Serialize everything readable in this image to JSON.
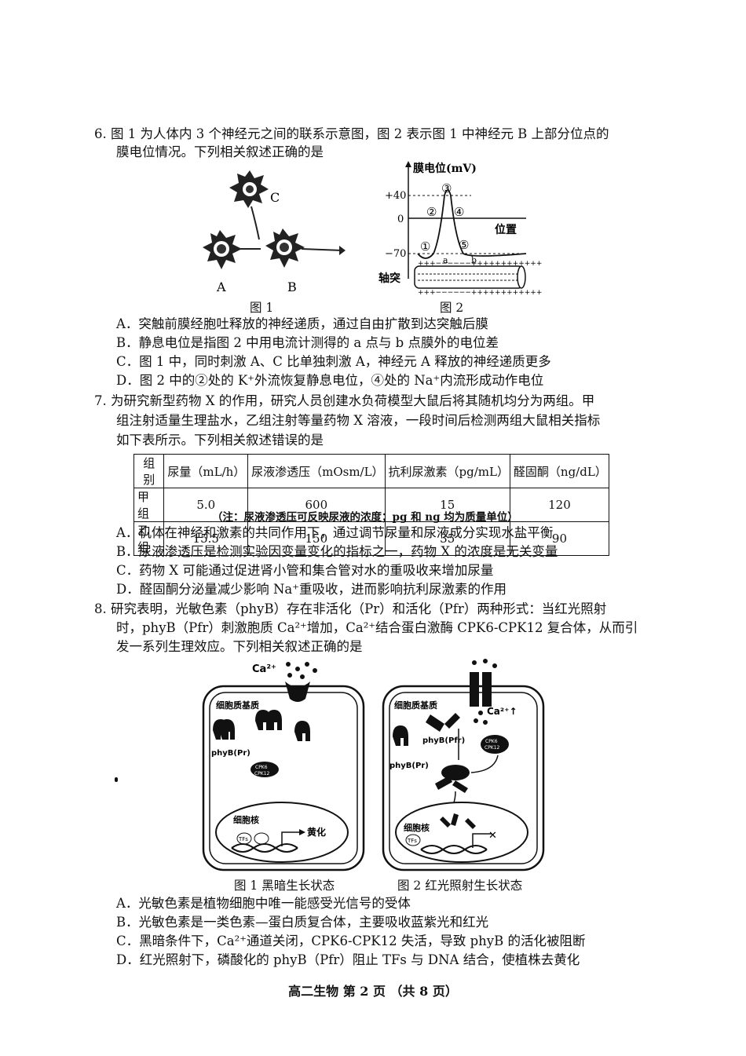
{
  "q6": {
    "stem_line1": "6. 图 1 为人体内 3 个神经元之间的联系示意图，图 2 表示图 1 中神经元 B 上部分位点的",
    "stem_line2": "膜电位情况。下列相关叙述正确的是",
    "fig1": {
      "label_a": "A",
      "label_b": "B",
      "label_c": "C",
      "caption": "图 1"
    },
    "fig2": {
      "ylabel": "膜电位(mV)",
      "y_plus40": "+40",
      "y_zero": "0",
      "y_minus70": "−70",
      "xlabel": "位置",
      "point1": "①",
      "point2": "②",
      "point3": "③",
      "point4": "④",
      "point5": "⑤",
      "label_a": "a",
      "label_b": "b",
      "axon": "轴突",
      "caption": "图 2"
    },
    "options": [
      "A．突触前膜经胞吐释放的神经递质，通过自由扩散到达突触后膜",
      "B．静息电位是指图 2 中用电流计测得的 a 点与 b 点膜外的电位差",
      "C．图 1 中，同时刺激 A、C 比单独刺激 A，神经元 A 释放的神经递质更多",
      "D．图 2 中的②处的 K⁺外流恢复静息电位，④处的 Na⁺内流形成动作电位"
    ]
  },
  "q7": {
    "stem_line1": "7. 为研究新型药物 X 的作用，研究人员创建水负荷模型大鼠后将其随机均分为两组。甲",
    "stem_line2": "组注射适量生理盐水，乙组注射等量药物 X 溶液，一段时间后检测两组大鼠相关指标",
    "stem_line3": "如下表所示。下列相关叙述错误的是",
    "table": {
      "headers": [
        "组别",
        "尿量（mL/h）",
        "尿液渗透压（mOsm/L）",
        "抗利尿激素（pg/mL）",
        "醛固酮（ng/dL）"
      ],
      "rows": [
        [
          "甲组",
          "5.0",
          "600",
          "15",
          "120"
        ],
        [
          "乙组",
          "15.5",
          "150",
          "35",
          "90"
        ]
      ]
    },
    "note": "（注：尿液渗透压可反映尿液的浓度；pg 和 ng 均为质量单位）",
    "options": [
      "A．机体在神经和激素的共同作用下，通过调节尿量和尿液成分实现水盐平衡",
      "B．尿液渗透压是检测实验因变量变化的指标之一，药物 X 的浓度是无关变量",
      "C．药物 X 可能通过促进肾小管和集合管对水的重吸收来增加尿量",
      "D．醛固酮分泌量减少影响 Na⁺重吸收，进而影响抗利尿激素的作用"
    ]
  },
  "q8": {
    "stem_line1": "8. 研究表明，光敏色素（phyB）存在非活化（Pr）和活化（Pfr）两种形式：当红光照射",
    "stem_line2": "时，phyB（Pfr）刺激胞质 Ca²⁺增加，Ca²⁺结合蛋白激酶 CPK6-CPK12 复合体，从而引",
    "stem_line3": "发一系列生理效应。下列相关叙述正确的是",
    "fig1": {
      "ca_label": "Ca²⁺",
      "cytoplasm": "细胞质基质",
      "phyb_pr": "phyB(Pr)",
      "cpk6": "CPK6",
      "cpk12": "CPK12",
      "nucleus": "细胞核",
      "tfs": "TFs",
      "etiolation": "黄化",
      "caption": "图 1 黑暗生长状态"
    },
    "fig2": {
      "ca_up": "Ca²⁺↑",
      "cytoplasm": "细胞质基质",
      "phyb_pfr": "phyB(Pfr)",
      "phyb_pr": "phyB(Pr)",
      "cpk6": "CPK6",
      "cpk12": "CPK12",
      "nucleus": "细胞核",
      "tfs": "TFs",
      "caption": "图 2 红光照射生长状态"
    },
    "options": [
      "A．光敏色素是植物细胞中唯一能感受光信号的受体",
      "B．光敏色素是一类色素—蛋白质复合体，主要吸收蓝紫光和红光",
      "C．黑暗条件下，Ca²⁺通道关闭，CPK6-CPK12 失活，导致 phyB 的活化被阻断",
      "D．红光照射下，磷酸化的 phyB（Pfr）阻止 TFs 与 DNA 结合，使植株去黄化"
    ]
  },
  "footer": "高二生物 第 2 页 （共 8 页）"
}
